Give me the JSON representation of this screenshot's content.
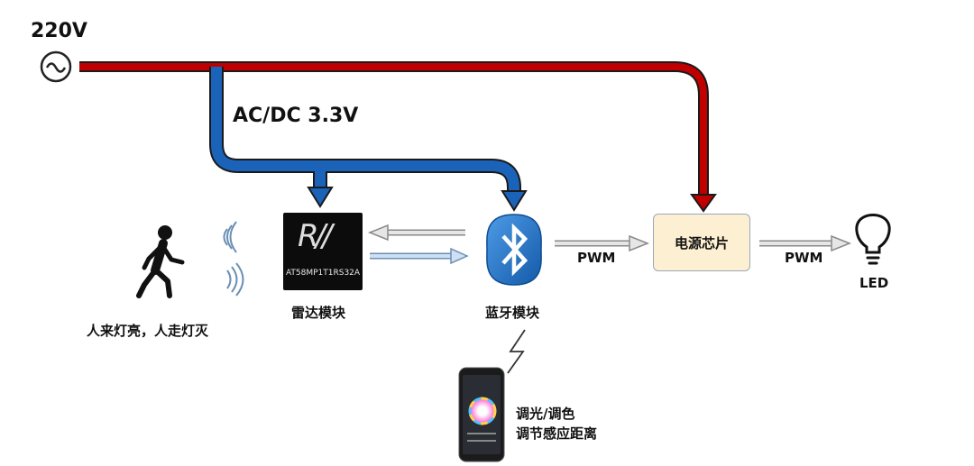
{
  "source": {
    "voltage_label": "220V"
  },
  "supply": {
    "converter_label": "AC/DC  3.3V"
  },
  "radar": {
    "chip_marking": "AT58MP1T1RS32A",
    "label": "雷达模块"
  },
  "bluetooth": {
    "label": "蓝牙模块"
  },
  "power_chip": {
    "label": "电源芯片"
  },
  "links": {
    "pwm_1": "PWM",
    "pwm_2": "PWM"
  },
  "led": {
    "label": "LED"
  },
  "person": {
    "caption": "人来灯亮，人走灯灭"
  },
  "phone": {
    "feature_1": "调光/调色",
    "feature_2": "调节感应距离"
  },
  "colors": {
    "ac_line": "#c00000",
    "dc_line": "#1a63b8",
    "power_box_fill": "#fdf0d2",
    "bluetooth": "#1f74c8"
  }
}
